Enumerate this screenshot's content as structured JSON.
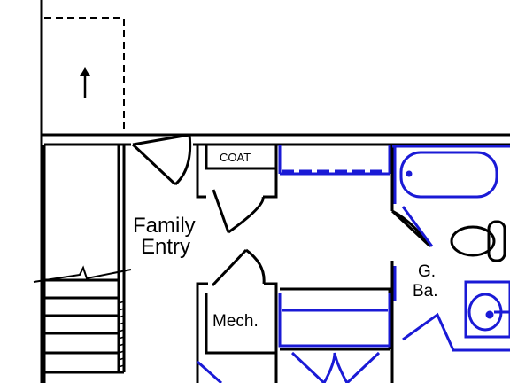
{
  "colors": {
    "wall": "#000000",
    "blue_line": "#1a1ad6",
    "background": "#ffffff"
  },
  "labels": {
    "family_entry_line1": "Family",
    "family_entry_line2": "Entry",
    "coat": "COAT",
    "mech": "Mech.",
    "bath_line1": "G.",
    "bath_line2": "Ba."
  },
  "icons": {
    "arrow": "up-arrow-icon",
    "tub": "bathtub-icon",
    "toilet": "toilet-icon",
    "sink": "sink-icon"
  }
}
